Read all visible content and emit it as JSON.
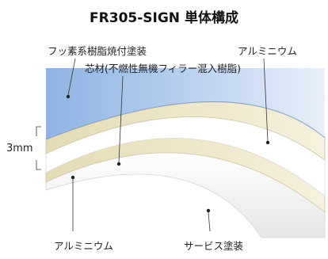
{
  "title": "FR305-SIGN 単体構成",
  "labels": {
    "fluoro_coating": "フッ素系樹脂焼付塗装",
    "core": "芯材(不燃性無機フィラー混入樹脂)",
    "aluminium_top": "アルミニウム",
    "thickness": "3mm",
    "aluminium_bottom": "アルミニウム",
    "service_coating": "サービス塗装"
  },
  "colors": {
    "fluoro_coating": "#8fb3e3",
    "aluminium": "#ece5c8",
    "core": "#ffffff",
    "service_coating": "#f4f4f4"
  }
}
